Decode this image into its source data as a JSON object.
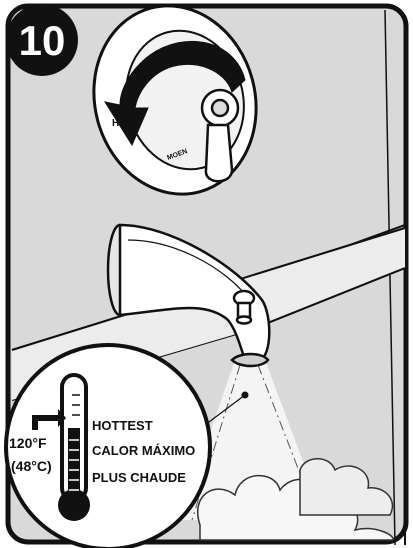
{
  "step": {
    "number": "10"
  },
  "handle_markings": {
    "hot_letter": "H",
    "brand_mark": "MOEN"
  },
  "thermometer": {
    "setpoint_f": "120°F",
    "setpoint_c": "(48°C)",
    "labels": [
      "HOTTEST",
      "CALOR MÁXIMO",
      "PLUS CHAUDE"
    ]
  },
  "colors": {
    "panel_fill": "#d9d9d9",
    "outline": "#111111",
    "badge": "#111111"
  },
  "icons": [
    "rotate-counterclockwise-arrow-icon",
    "thermometer-icon",
    "pointer-arrow-icon"
  ]
}
